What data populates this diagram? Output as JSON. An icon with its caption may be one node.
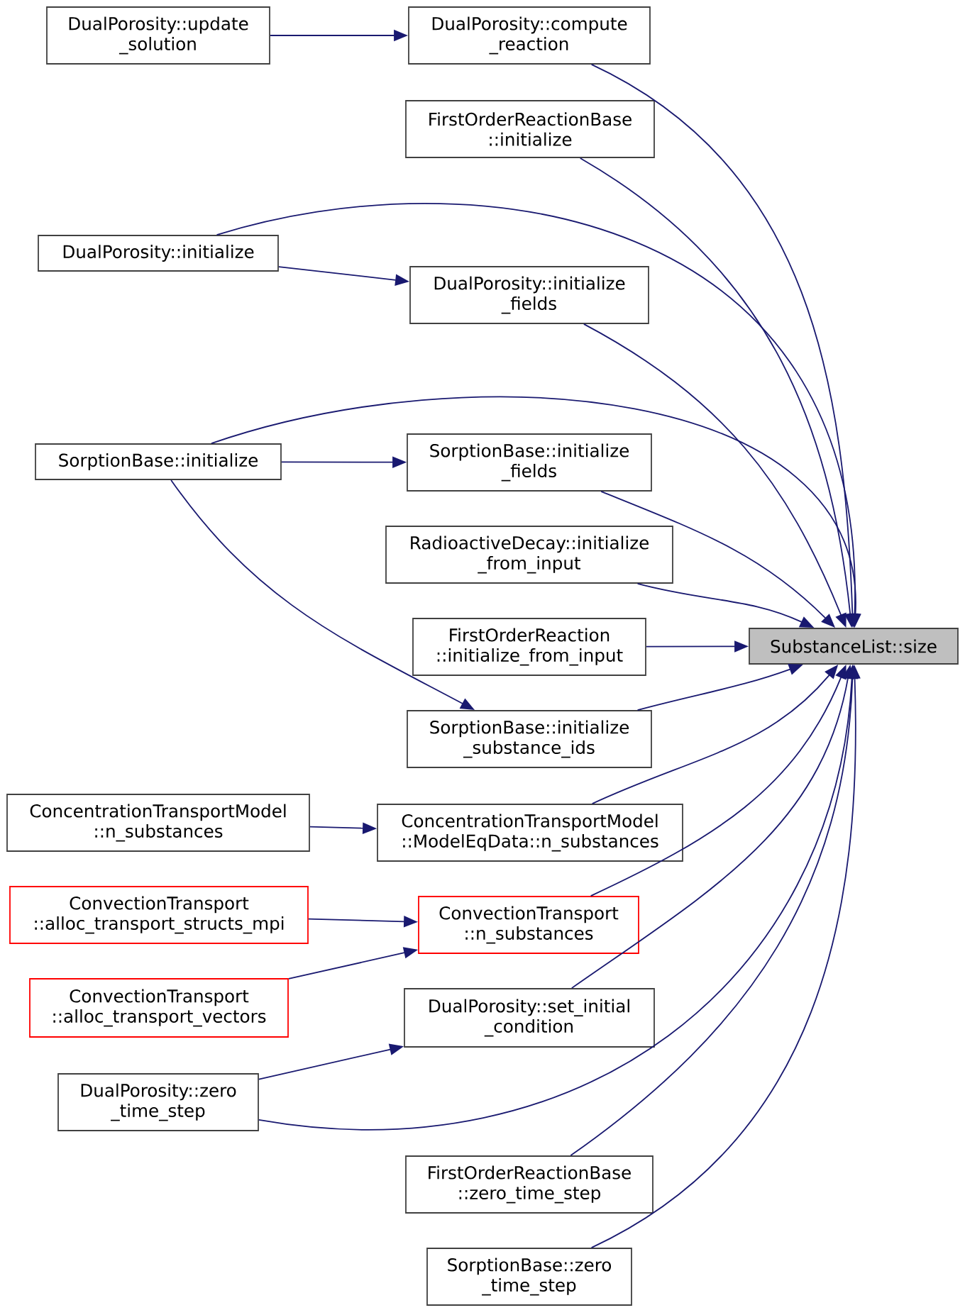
{
  "diagram": {
    "nodes": [
      {
        "text": [
          "DualPorosity::update _solution"
        ]
      },
      {
        "text": [
          "DualPorosity::compute _reaction"
        ]
      },
      {
        "text": [
          "FirstOrderReactionBase ::initialize"
        ]
      },
      {
        "text": [
          "DualPorosity::initialize"
        ]
      },
      {
        "text": [
          "DualPorosity::initialize _fields"
        ]
      },
      {
        "text": [
          "SorptionBase::initialize"
        ]
      },
      {
        "text": [
          "SorptionBase::initialize _fields"
        ]
      },
      {
        "text": [
          "RadioactiveDecay::initialize _from_input"
        ]
      },
      {
        "text": [
          "FirstOrderReaction ::initialize_from_input"
        ]
      },
      {
        "text": [
          "SubstanceList::size"
        ]
      },
      {
        "text": [
          "SorptionBase::initialize _substance_ids"
        ]
      },
      {
        "text": [
          "ConcentrationTransportModel ::n_substances"
        ]
      },
      {
        "text": [
          "ConcentrationTransportModel ::ModelEqData::n_substances"
        ]
      },
      {
        "text": [
          "ConvectionTransport ::alloc_transport_structs_mpi"
        ]
      },
      {
        "text": [
          "ConvectionTransport ::n_substances"
        ]
      },
      {
        "text": [
          "ConvectionTransport ::alloc_transport_vectors"
        ]
      },
      {
        "text": [
          "DualPorosity::set_initial _condition"
        ]
      },
      {
        "text": [
          "DualPorosity::zero _time_step"
        ]
      },
      {
        "text": [
          "FirstOrderReactionBase ::zero_time_step"
        ]
      },
      {
        "text": [
          "SorptionBase::zero _time_step"
        ]
      }
    ],
    "edges": [
      {
        "from": 0,
        "to": 1,
        "arrow": "to"
      },
      {
        "from": 1,
        "to": 9,
        "arrow": "to"
      },
      {
        "from": 2,
        "to": 9,
        "arrow": "to"
      },
      {
        "from": 3,
        "to": 9,
        "arrow": "to"
      },
      {
        "from": 3,
        "to": 4,
        "arrow": "to"
      },
      {
        "from": 4,
        "to": 9,
        "arrow": "to"
      },
      {
        "from": 5,
        "to": 9,
        "arrow": "to"
      },
      {
        "from": 5,
        "to": 6,
        "arrow": "to"
      },
      {
        "from": 5,
        "to": 10,
        "arrow": "to"
      },
      {
        "from": 6,
        "to": 9,
        "arrow": "to"
      },
      {
        "from": 7,
        "to": 9,
        "arrow": "to"
      },
      {
        "from": 8,
        "to": 9,
        "arrow": "to"
      },
      {
        "from": 10,
        "to": 9,
        "arrow": "to"
      },
      {
        "from": 11,
        "to": 12,
        "arrow": "to"
      },
      {
        "from": 12,
        "to": 9,
        "arrow": "to"
      },
      {
        "from": 13,
        "to": 14,
        "arrow": "to"
      },
      {
        "from": 15,
        "to": 14,
        "arrow": "to"
      },
      {
        "from": 14,
        "to": 9,
        "arrow": "to"
      },
      {
        "from": 16,
        "to": 9,
        "arrow": "to"
      },
      {
        "from": 17,
        "to": 16,
        "arrow": "to"
      },
      {
        "from": 17,
        "to": 9,
        "arrow": "to"
      },
      {
        "from": 18,
        "to": 9,
        "arrow": "to"
      },
      {
        "from": 19,
        "to": 9,
        "arrow": "to"
      }
    ]
  }
}
